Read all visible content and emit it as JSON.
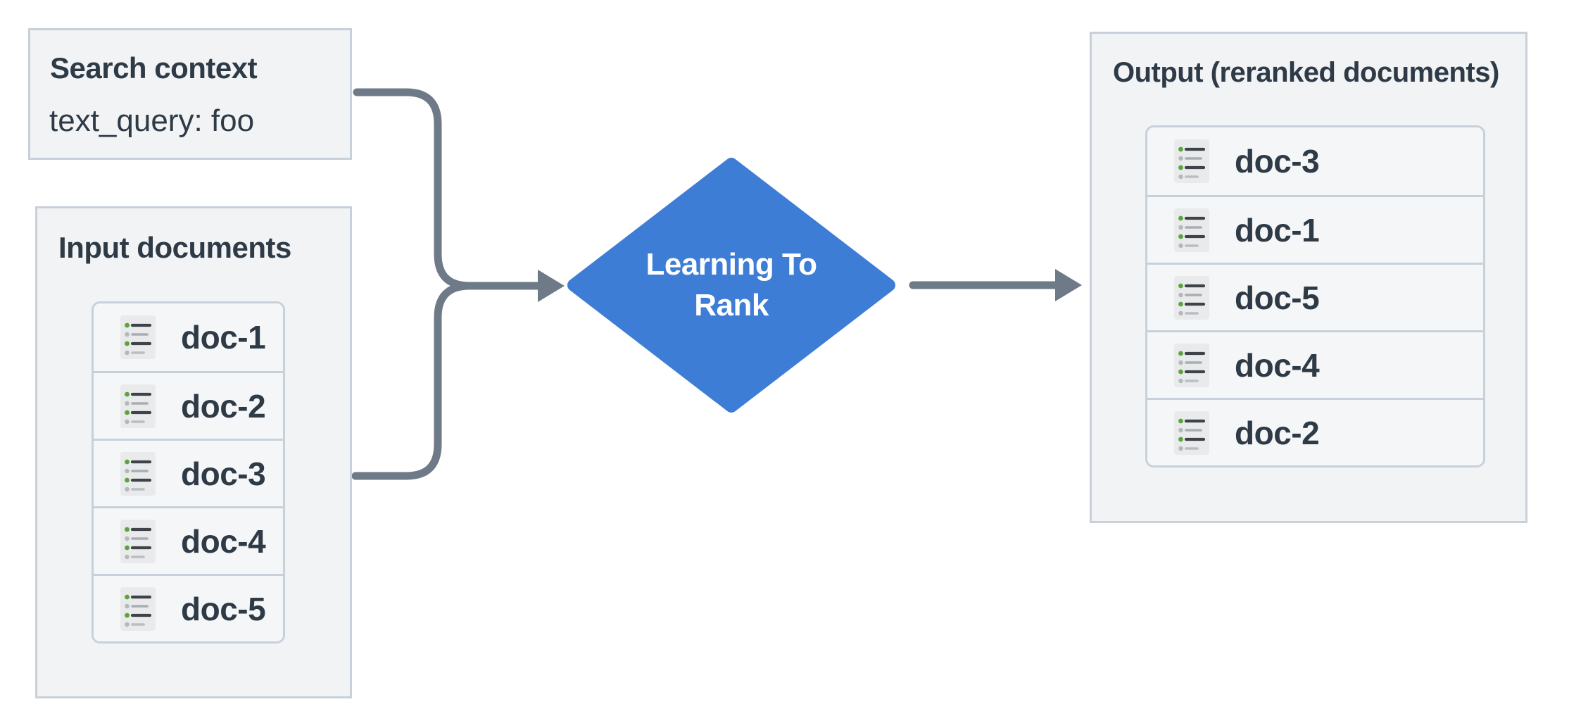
{
  "diagram": {
    "search_context": {
      "title": "Search context",
      "body": "text_query: foo"
    },
    "input_documents": {
      "title": "Input documents",
      "items": [
        {
          "label": "doc-1"
        },
        {
          "label": "doc-2"
        },
        {
          "label": "doc-3"
        },
        {
          "label": "doc-4"
        },
        {
          "label": "doc-5"
        }
      ]
    },
    "process": {
      "label_line1": "Learning To",
      "label_line2": "Rank"
    },
    "output": {
      "title": "Output (reranked documents)",
      "items": [
        {
          "label": "doc-3"
        },
        {
          "label": "doc-1"
        },
        {
          "label": "doc-5"
        },
        {
          "label": "doc-4"
        },
        {
          "label": "doc-2"
        }
      ]
    }
  },
  "colors": {
    "diamond": "#3e7dd6",
    "diamond-text": "#ffffff",
    "connector": "#6e7a88",
    "border": "#c8d1da",
    "box-fill": "#f1f3f4",
    "row-fill": "#f5f6f7",
    "text": "#2e3a46",
    "icon-green": "#5aa33d"
  }
}
